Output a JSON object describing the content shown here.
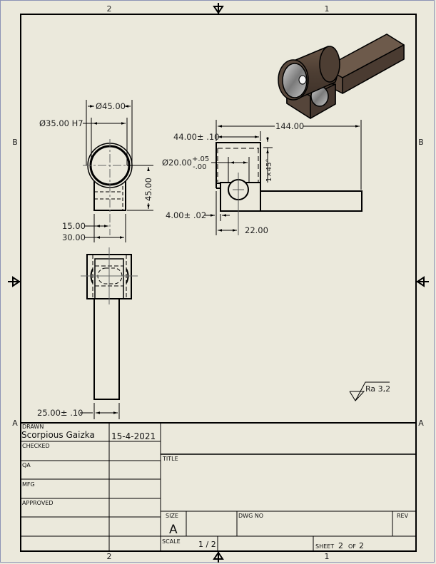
{
  "sheet": {
    "zones_top": [
      "2",
      "1"
    ],
    "zones_bottom": [
      "2",
      "1"
    ],
    "zones_left": [
      "B",
      "A"
    ],
    "zones_right": [
      "B",
      "A"
    ],
    "colors": {
      "paper": "#ebe9dc",
      "line": "#000000",
      "part_body": "#5a4a3e",
      "part_bore": "#a8a8a8"
    }
  },
  "views": {
    "top_view": {
      "dims": {
        "outer_diameter": "Ø45.00",
        "bore_diameter": "Ø35.00 H7",
        "height": "45.00",
        "half_width": "15.00",
        "width": "30.00"
      }
    },
    "front_view": {
      "dims": {
        "overall_length": "144.00",
        "block_length": "44.00± .10",
        "hole_diameter": "Ø20.00",
        "hole_tol_upper": "+.05",
        "hole_tol_lower": "-.00",
        "chamfer": "1×45°",
        "step": "4.00± .02",
        "hole_position": "22.00"
      }
    },
    "bottom_view": {
      "dims": {
        "bar_width": "25.00± .10"
      }
    },
    "surface_finish": "Ra 3,2"
  },
  "title_block": {
    "drawn_label": "DRAWN",
    "drawn_by": "Scorpious Gaizka",
    "drawn_date": "15-4-2021",
    "checked_label": "CHECKED",
    "qa_label": "QA",
    "mfg_label": "MFG",
    "approved_label": "APPROVED",
    "title_label": "TITLE",
    "size_label": "SIZE",
    "size_value": "A",
    "dwg_no_label": "DWG NO",
    "rev_label": "REV",
    "scale_label": "SCALE",
    "scale_value": "1 / 2",
    "sheet_label": "SHEET",
    "sheet_number": "2",
    "of_label": "OF",
    "sheet_total": "2"
  }
}
